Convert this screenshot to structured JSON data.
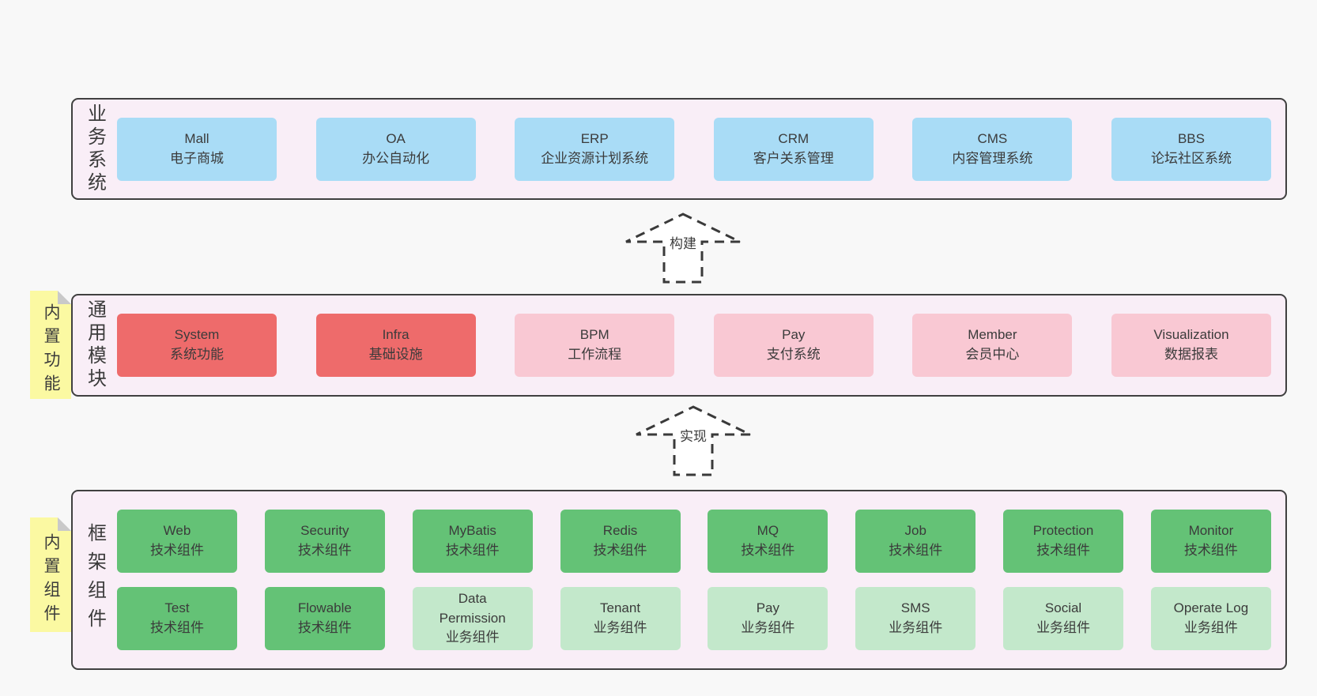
{
  "palette": {
    "page_bg": "#f8f8f8",
    "band_bg": "#f9eef7",
    "band_border": "#404040",
    "text": "#3b3b3b",
    "blue": "#a9dcf6",
    "red": "#ee6b6b",
    "pink": "#f9c8d3",
    "green": "#64c276",
    "green_light": "#c3e8cb",
    "sticky_yellow": "#fbf9a2",
    "fold_gray": "#c9c9c9",
    "arrow_fill": "#ffffff"
  },
  "bands": [
    {
      "label": "业务系统",
      "rows": [
        [
          {
            "id": "mall",
            "name": "Mall",
            "subtitle": "电子商城",
            "color": "blue"
          },
          {
            "id": "oa",
            "name": "OA",
            "subtitle": "办公自动化",
            "color": "blue"
          },
          {
            "id": "erp",
            "name": "ERP",
            "subtitle": "企业资源计划系统",
            "color": "blue"
          },
          {
            "id": "crm",
            "name": "CRM",
            "subtitle": "客户关系管理",
            "color": "blue"
          },
          {
            "id": "cms",
            "name": "CMS",
            "subtitle": "内容管理系统",
            "color": "blue"
          },
          {
            "id": "bbs",
            "name": "BBS",
            "subtitle": "论坛社区系统",
            "color": "blue"
          }
        ]
      ]
    },
    {
      "label": "通用模块",
      "note": "内置功能",
      "rows": [
        [
          {
            "id": "system",
            "name": "System",
            "subtitle": "系统功能",
            "color": "red"
          },
          {
            "id": "infra",
            "name": "Infra",
            "subtitle": "基础设施",
            "color": "red"
          },
          {
            "id": "bpm",
            "name": "BPM",
            "subtitle": "工作流程",
            "color": "pink"
          },
          {
            "id": "pay",
            "name": "Pay",
            "subtitle": "支付系统",
            "color": "pink"
          },
          {
            "id": "member",
            "name": "Member",
            "subtitle": "会员中心",
            "color": "pink"
          },
          {
            "id": "visualization",
            "name": "Visualization",
            "subtitle": "数据报表",
            "color": "pink"
          }
        ]
      ]
    },
    {
      "label": "框架组件",
      "note": "内置组件",
      "rows": [
        [
          {
            "id": "web",
            "name": "Web",
            "subtitle": "技术组件",
            "color": "green"
          },
          {
            "id": "security",
            "name": "Security",
            "subtitle": "技术组件",
            "color": "green"
          },
          {
            "id": "mybatis",
            "name": "MyBatis",
            "subtitle": "技术组件",
            "color": "green"
          },
          {
            "id": "redis",
            "name": "Redis",
            "subtitle": "技术组件",
            "color": "green"
          },
          {
            "id": "mq",
            "name": "MQ",
            "subtitle": "技术组件",
            "color": "green"
          },
          {
            "id": "job",
            "name": "Job",
            "subtitle": "技术组件",
            "color": "green"
          },
          {
            "id": "protection",
            "name": "Protection",
            "subtitle": "技术组件",
            "color": "green"
          },
          {
            "id": "monitor",
            "name": "Monitor",
            "subtitle": "技术组件",
            "color": "green"
          }
        ],
        [
          {
            "id": "test",
            "name": "Test",
            "subtitle": "技术组件",
            "color": "green"
          },
          {
            "id": "flowable",
            "name": "Flowable",
            "subtitle": "技术组件",
            "color": "green"
          },
          {
            "id": "data-permission",
            "name": "Data\nPermission",
            "subtitle": "业务组件",
            "color": "green_light"
          },
          {
            "id": "tenant",
            "name": "Tenant",
            "subtitle": "业务组件",
            "color": "green_light"
          },
          {
            "id": "pay-biz",
            "name": "Pay",
            "subtitle": "业务组件",
            "color": "green_light"
          },
          {
            "id": "sms",
            "name": "SMS",
            "subtitle": "业务组件",
            "color": "green_light"
          },
          {
            "id": "social",
            "name": "Social",
            "subtitle": "业务组件",
            "color": "green_light"
          },
          {
            "id": "operate-log",
            "name": "Operate Log",
            "subtitle": "业务组件",
            "color": "green_light"
          }
        ]
      ]
    }
  ],
  "arrows": [
    {
      "label": "构建"
    },
    {
      "label": "实现"
    }
  ]
}
